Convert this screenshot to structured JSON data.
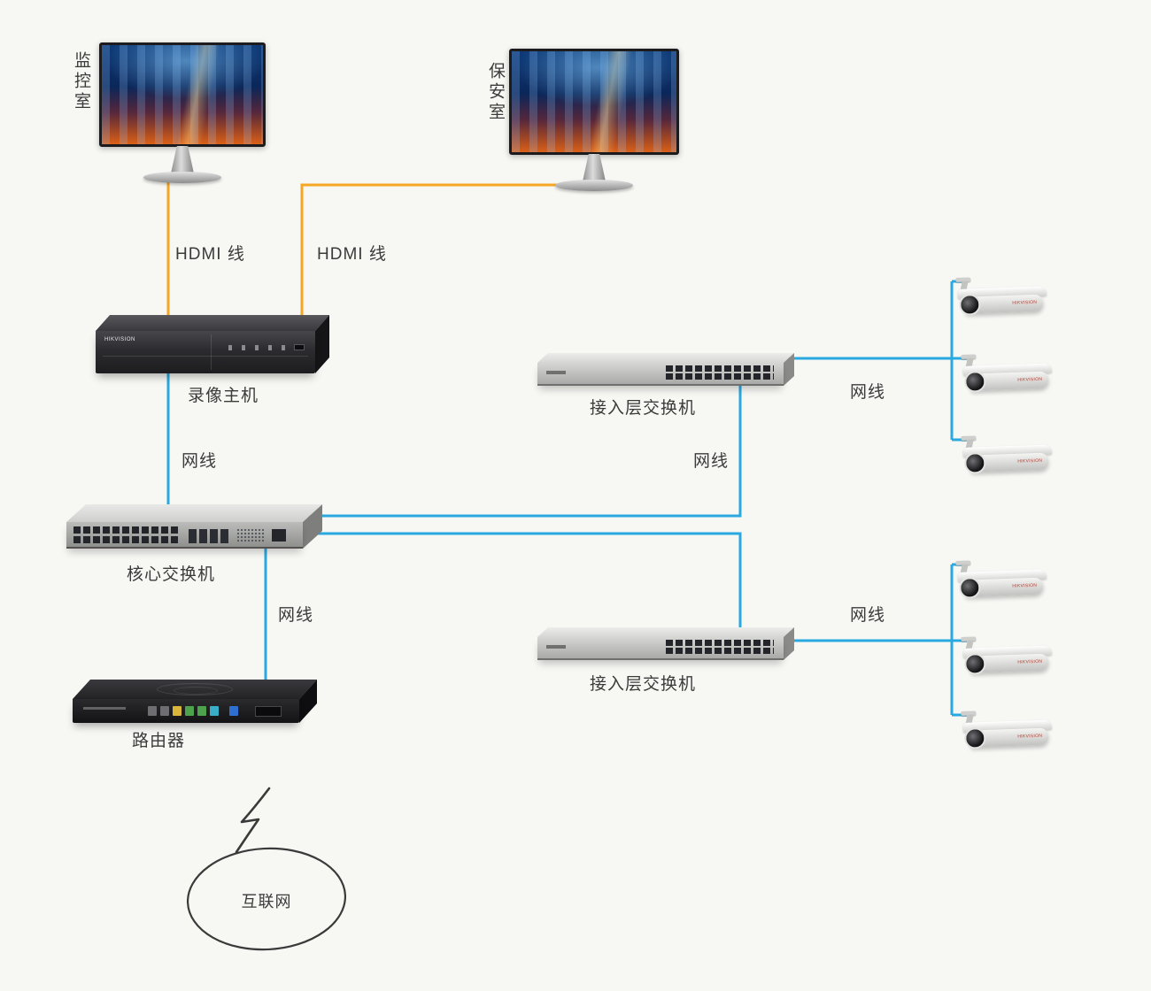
{
  "colors": {
    "background": "#f7f7f4",
    "hdmi_cable": "#F5A623",
    "network_cable": "#29A9E0",
    "label_text": "#3b3b3b",
    "diagram_ink": "#3a3a3a"
  },
  "nodes": {
    "monitor_room": {
      "label": "监控室"
    },
    "security_room": {
      "label": "保安室"
    },
    "nvr": {
      "label": "录像主机",
      "brand": "HIKVISION"
    },
    "core_switch": {
      "label": "核心交换机"
    },
    "router": {
      "label": "路由器"
    },
    "access_switch_top": {
      "label": "接入层交换机"
    },
    "access_switch_bottom": {
      "label": "接入层交换机"
    },
    "internet": {
      "label": "互联网"
    },
    "camera": {
      "brand": "HIKVISION",
      "count": 6
    }
  },
  "cables": {
    "hdmi_monitor_room": {
      "label": "HDMI 线"
    },
    "hdmi_security_room": {
      "label": "HDMI 线"
    },
    "nvr_to_core_switch": {
      "label": "网线"
    },
    "core_switch_to_router": {
      "label": "网线"
    },
    "access_top_to_core": {
      "label": "网线"
    },
    "access_top_to_cameras": {
      "label": "网线"
    },
    "access_bottom_to_cameras": {
      "label": "网线"
    }
  }
}
